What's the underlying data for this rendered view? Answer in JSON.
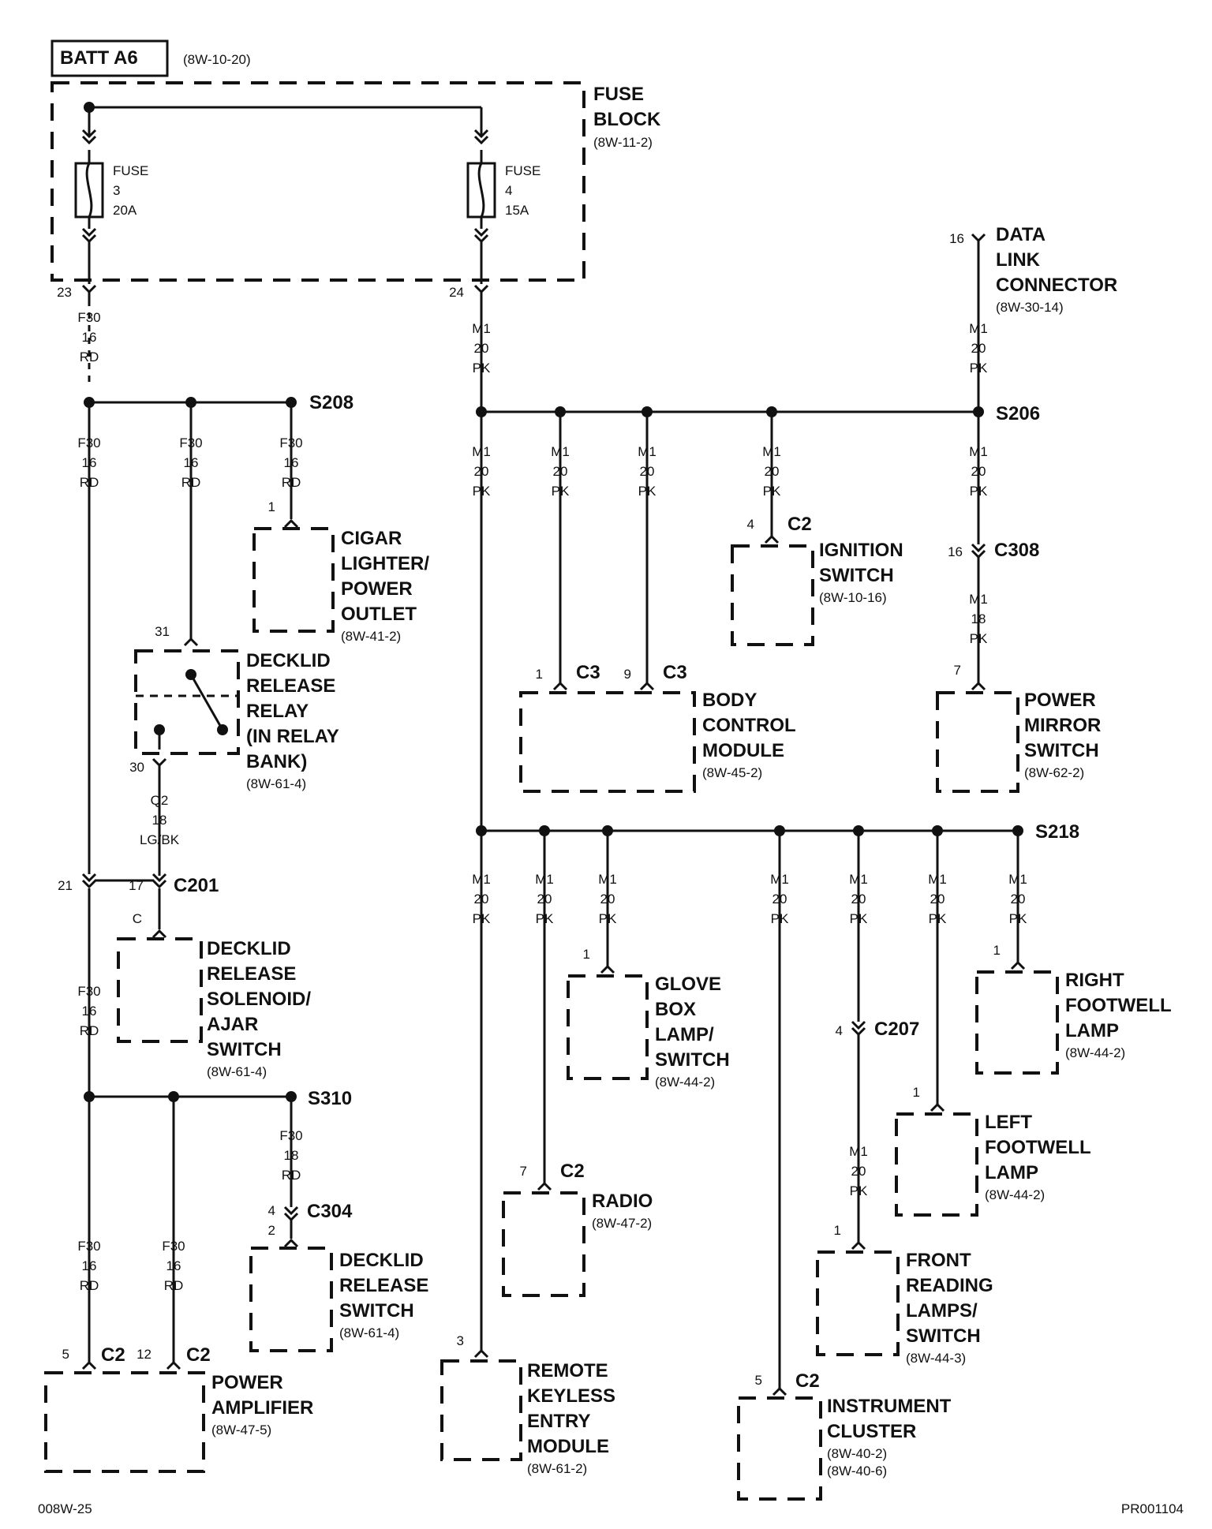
{
  "batt": {
    "label": "BATT A6",
    "ref": "(8W-10-20)"
  },
  "fuse_block": {
    "name": [
      "FUSE",
      "BLOCK"
    ],
    "ref": "(8W-11-2)"
  },
  "fuses": [
    {
      "lines": [
        "FUSE",
        "3",
        "20A"
      ],
      "pin": "23"
    },
    {
      "lines": [
        "FUSE",
        "4",
        "15A"
      ],
      "pin": "24"
    }
  ],
  "wires": {
    "f30_16_rd": [
      "F30",
      "16",
      "RD"
    ],
    "f30_18_rd": [
      "F30",
      "18",
      "RD"
    ],
    "m1_20_pk": [
      "M1",
      "20",
      "PK"
    ],
    "m1_18_pk": [
      "M1",
      "18",
      "PK"
    ],
    "q2_18_lgbk": [
      "Q2",
      "18",
      "LG/BK"
    ]
  },
  "splices": {
    "s208": "S208",
    "s206": "S206",
    "s218": "S218",
    "s310": "S310"
  },
  "connectors": {
    "c2": "C2",
    "c3": "C3",
    "c201": "C201",
    "c207": "C207",
    "c304": "C304",
    "c308": "C308"
  },
  "components": {
    "dlc": {
      "name": [
        "DATA",
        "LINK",
        "CONNECTOR"
      ],
      "ref": "(8W-30-14)",
      "pin": "16"
    },
    "cigar": {
      "name": [
        "CIGAR",
        "LIGHTER/",
        "POWER",
        "OUTLET"
      ],
      "ref": "(8W-41-2)",
      "pin": "1"
    },
    "relay": {
      "name": [
        "DECKLID",
        "RELEASE",
        "RELAY",
        "(IN RELAY",
        "BANK)"
      ],
      "ref": "(8W-61-4)",
      "pin_in": "31",
      "pin_out": "30"
    },
    "ignition": {
      "name": [
        "IGNITION",
        "SWITCH"
      ],
      "ref": "(8W-10-16)",
      "pin": "4"
    },
    "bcm": {
      "name": [
        "BODY",
        "CONTROL",
        "MODULE"
      ],
      "ref": "(8W-45-2)",
      "pin_a": "1",
      "pin_b": "9"
    },
    "mirror": {
      "name": [
        "POWER",
        "MIRROR",
        "SWITCH"
      ],
      "ref": "(8W-62-2)",
      "pin": "7",
      "c308_pin": "16"
    },
    "solenoid": {
      "name": [
        "DECKLID",
        "RELEASE",
        "SOLENOID/",
        "AJAR",
        "SWITCH"
      ],
      "ref": "(8W-61-4)",
      "pin": "C",
      "c201_pin_a": "21",
      "c201_pin_b": "17"
    },
    "glove": {
      "name": [
        "GLOVE",
        "BOX",
        "LAMP/",
        "SWITCH"
      ],
      "ref": "(8W-44-2)",
      "pin": "1"
    },
    "right_fw": {
      "name": [
        "RIGHT",
        "FOOTWELL",
        "LAMP"
      ],
      "ref": "(8W-44-2)",
      "pin": "1"
    },
    "left_fw": {
      "name": [
        "LEFT",
        "FOOTWELL",
        "LAMP"
      ],
      "ref": "(8W-44-2)",
      "pin": "1"
    },
    "radio": {
      "name": [
        "RADIO"
      ],
      "ref": "(8W-47-2)",
      "pin": "7"
    },
    "reading": {
      "name": [
        "FRONT",
        "READING",
        "LAMPS/",
        "SWITCH"
      ],
      "ref": "(8W-44-3)",
      "pin": "1",
      "c207_pin": "4"
    },
    "decklid_sw": {
      "name": [
        "DECKLID",
        "RELEASE",
        "SWITCH"
      ],
      "ref": "(8W-61-4)",
      "pin": "2",
      "c304_pin": "4"
    },
    "amp": {
      "name": [
        "POWER",
        "AMPLIFIER"
      ],
      "ref": "(8W-47-5)",
      "pin_a": "5",
      "pin_b": "12"
    },
    "rke": {
      "name": [
        "REMOTE",
        "KEYLESS",
        "ENTRY",
        "MODULE"
      ],
      "ref": "(8W-61-2)",
      "pin": "3"
    },
    "cluster": {
      "name": [
        "INSTRUMENT",
        "CLUSTER"
      ],
      "ref": [
        "(8W-40-2)",
        "(8W-40-6)"
      ],
      "pin": "5"
    }
  },
  "footer": {
    "left": "008W-25",
    "right": "PR001104"
  }
}
